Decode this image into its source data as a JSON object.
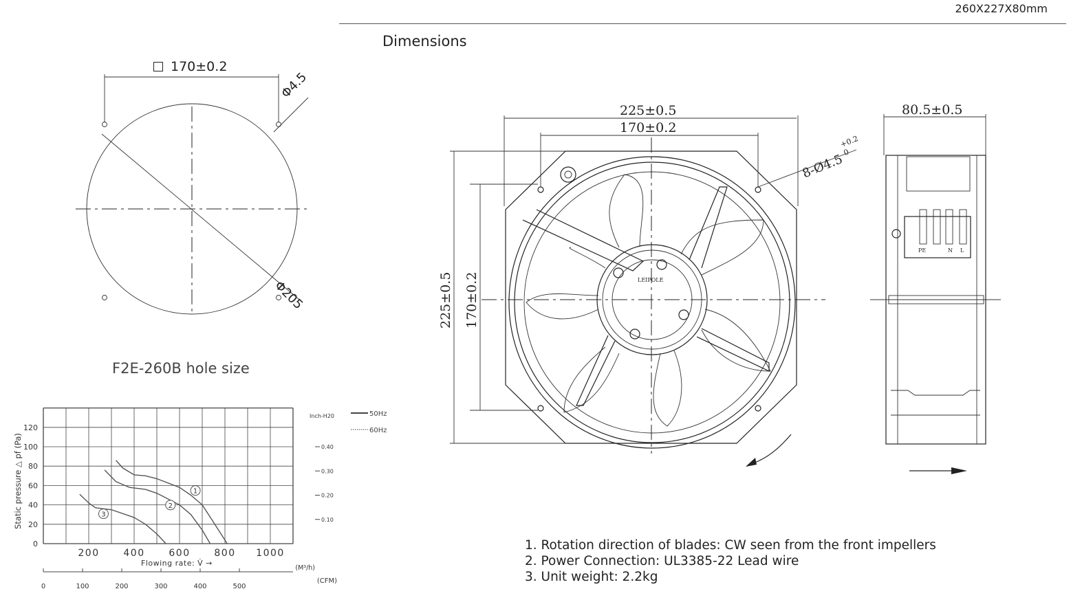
{
  "header": {
    "size_label": "260X227X80mm"
  },
  "section_title": "Dimensions",
  "hole_drawing": {
    "caption": "F2E-260B hole size",
    "square_dim": "170±0.2",
    "hole_dim": "Φ4.5",
    "circle_dim": "Φ205"
  },
  "front_view": {
    "width_outer": "225±0.5",
    "width_holes": "170±0.2",
    "height_outer": "225±0.5",
    "height_holes": "170±0.2",
    "holes_label": "8-Ø4.5",
    "holes_tol_upper": "+0.2",
    "holes_tol_lower": "0",
    "brand": "LEIPOLE"
  },
  "side_view": {
    "depth": "80.5±0.5",
    "terminals": [
      "PE",
      "N",
      "L"
    ]
  },
  "notes": [
    "1. Rotation direction of blades: CW seen from the front impellers",
    "2. Power Connection: UL3385-22 Lead wire",
    "3. Unit weight: 2.2kg"
  ],
  "chart_data": {
    "type": "line",
    "title": "",
    "xlabel": "Flowing rate: V̇ →",
    "xunit": "(M³/h)",
    "ylabel": "Static pressure △ pf (Pa)",
    "xlim": [
      0,
      1100
    ],
    "ylim": [
      0,
      140
    ],
    "x_ticks": [
      200,
      400,
      600,
      800,
      1000
    ],
    "y_ticks": [
      0,
      20,
      40,
      60,
      80,
      100,
      120
    ],
    "secondary_x": {
      "unit": "(CFM)",
      "ticks": [
        0,
        100,
        200,
        300,
        400,
        500
      ]
    },
    "secondary_y": {
      "unit": "Inch-H20",
      "ticks": [
        "0.10",
        "0.20",
        "0.30",
        "0.40"
      ],
      "values_pa": [
        25,
        50,
        75,
        100
      ]
    },
    "grid": true,
    "legend": [
      {
        "name": "50Hz",
        "style": "solid"
      },
      {
        "name": "60Hz",
        "style": "dotted"
      }
    ],
    "legend_position": "top-right outside",
    "series": [
      {
        "name": "①",
        "x": [
          320,
          350,
          400,
          450,
          500,
          600,
          650,
          700,
          750,
          810
        ],
        "y": [
          86,
          78,
          71,
          70,
          67,
          58,
          50,
          40,
          22,
          0
        ]
      },
      {
        "name": "②",
        "x": [
          270,
          320,
          380,
          450,
          500,
          600,
          650,
          700,
          735
        ],
        "y": [
          76,
          64,
          58,
          56,
          52,
          40,
          30,
          14,
          0
        ]
      },
      {
        "name": "③",
        "x": [
          160,
          200,
          230,
          300,
          400,
          450,
          500,
          540
        ],
        "y": [
          51,
          42,
          37,
          35,
          27,
          20,
          10,
          0
        ]
      }
    ],
    "series_labels_at": [
      [
        670,
        52
      ],
      [
        560,
        37
      ],
      [
        265,
        28
      ]
    ]
  }
}
